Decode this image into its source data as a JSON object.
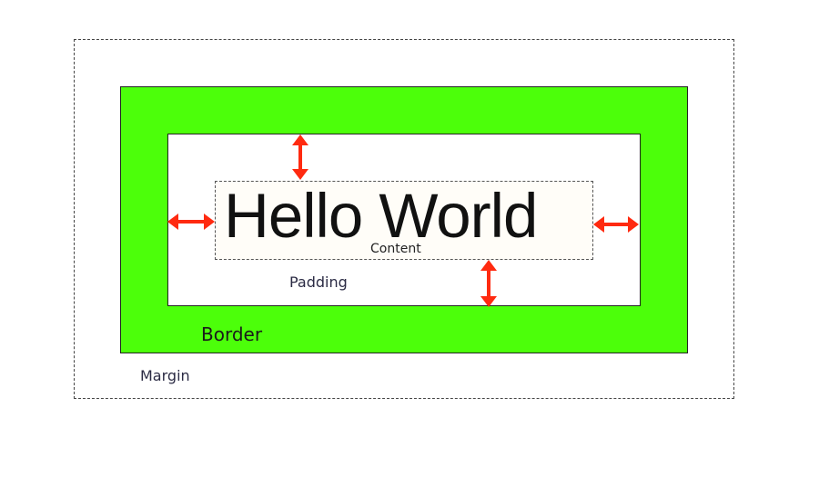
{
  "diagram": {
    "content_text": "Hello World",
    "labels": {
      "content": "Content",
      "padding": "Padding",
      "border": "Border",
      "margin": "Margin"
    },
    "colors": {
      "border_fill": "#4cff0a",
      "arrow": "#ff2a10",
      "dashed_line": "#444444"
    },
    "arrow_icons": [
      "double-arrow-vertical",
      "double-arrow-horizontal"
    ]
  }
}
